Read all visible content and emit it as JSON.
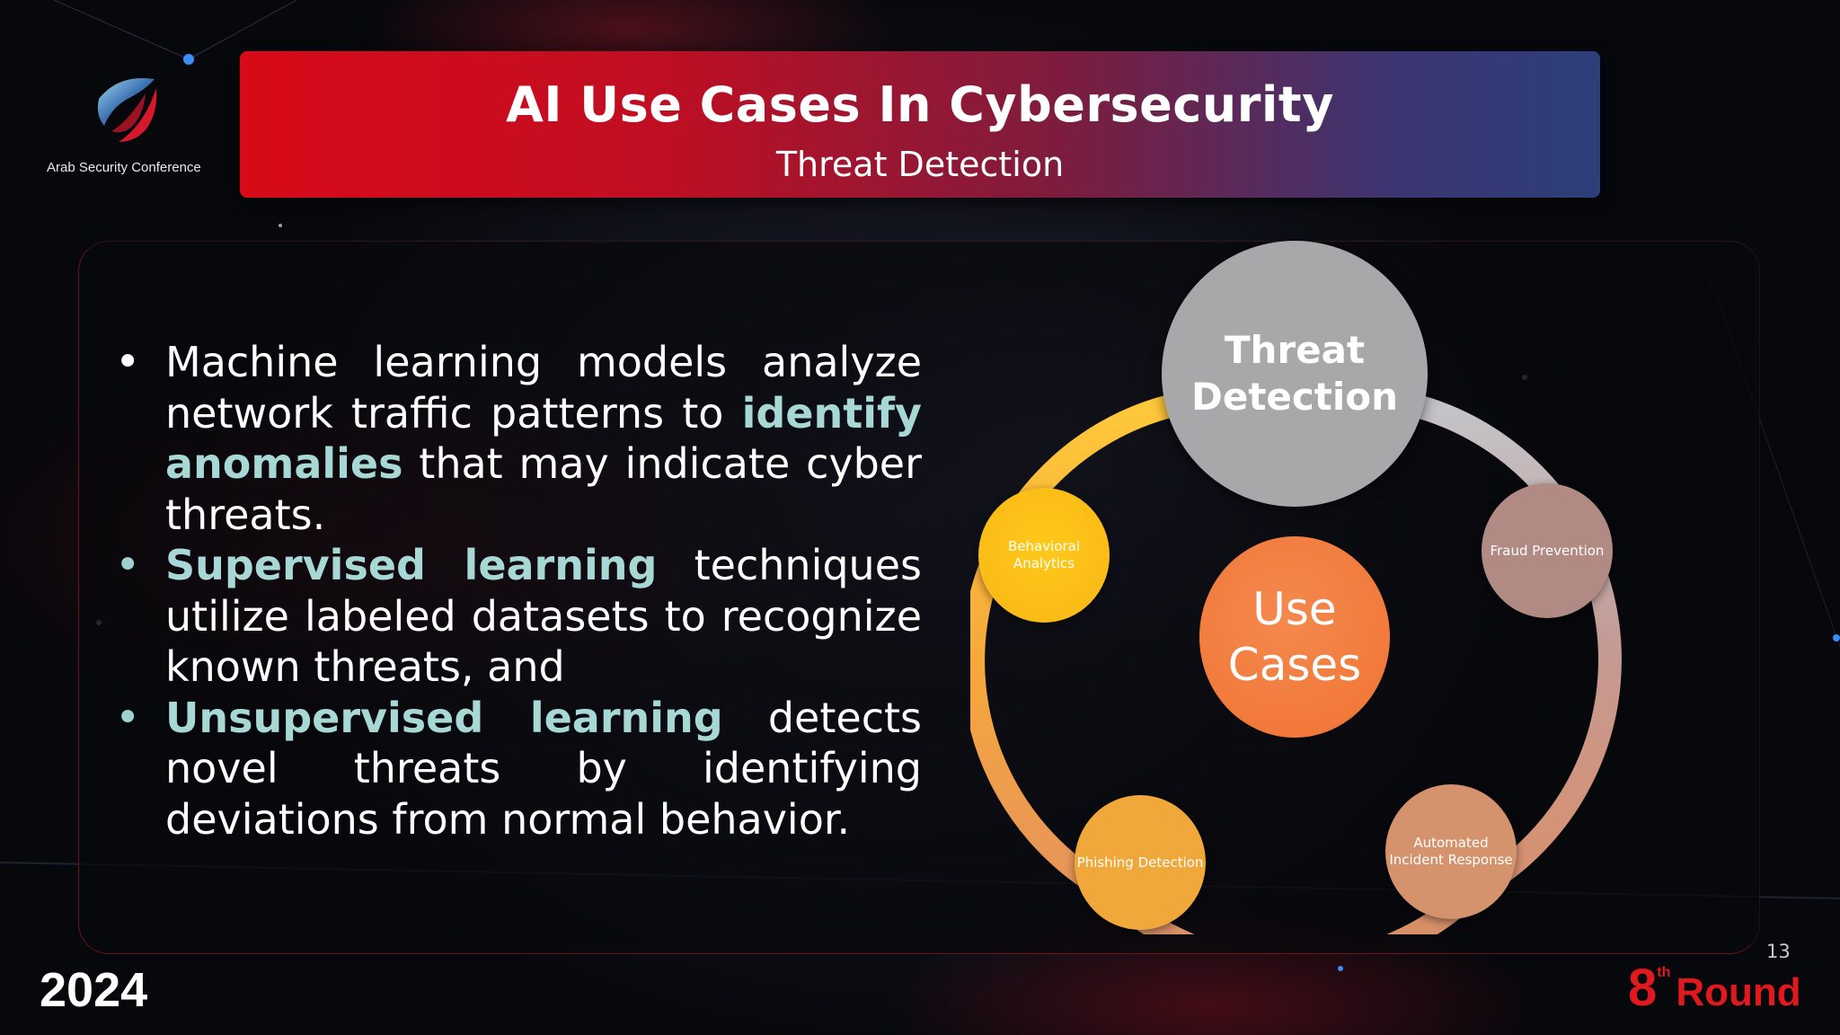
{
  "header": {
    "title": "AI Use Cases In Cybersecurity",
    "subtitle": "Threat Detection"
  },
  "logo": {
    "text": "Arab Security Conference"
  },
  "bullets": [
    {
      "parts": [
        {
          "text": "Machine learning models analyze network traffic patterns to ",
          "highlight": false
        },
        {
          "text": "identify anomalies",
          "highlight": true
        },
        {
          "text": " that may indicate cyber threats.",
          "highlight": false
        }
      ]
    },
    {
      "parts": [
        {
          "text": "Supervised learning",
          "highlight": true
        },
        {
          "text": " techniques utilize labeled datasets to recognize known threats, and",
          "highlight": false
        }
      ]
    },
    {
      "parts": [
        {
          "text": "Unsupervised learning",
          "highlight": true
        },
        {
          "text": " detects novel threats by identifying deviations from normal behavior.",
          "highlight": false
        }
      ]
    }
  ],
  "diagram": {
    "main": "Threat Detection",
    "center": "Use Cases",
    "items": {
      "fraud": "Fraud Prevention",
      "behavioral": "Behavioral Analytics",
      "phishing": "Phishing Detection",
      "automated": "Automated Incident Response"
    },
    "colors": {
      "main": "#a8a8aa",
      "center": "#f07333",
      "fraud": "#b18a83",
      "behavioral": "#f8b615",
      "phishing": "#f0a83a",
      "automated": "#d5936d"
    }
  },
  "footer": {
    "year": "2024",
    "page_number": "13",
    "round_number": "8",
    "round_suffix": "th",
    "round_word": "Round"
  },
  "colors": {
    "highlight": "#a7d8d6",
    "accent_red": "#e0191f"
  }
}
